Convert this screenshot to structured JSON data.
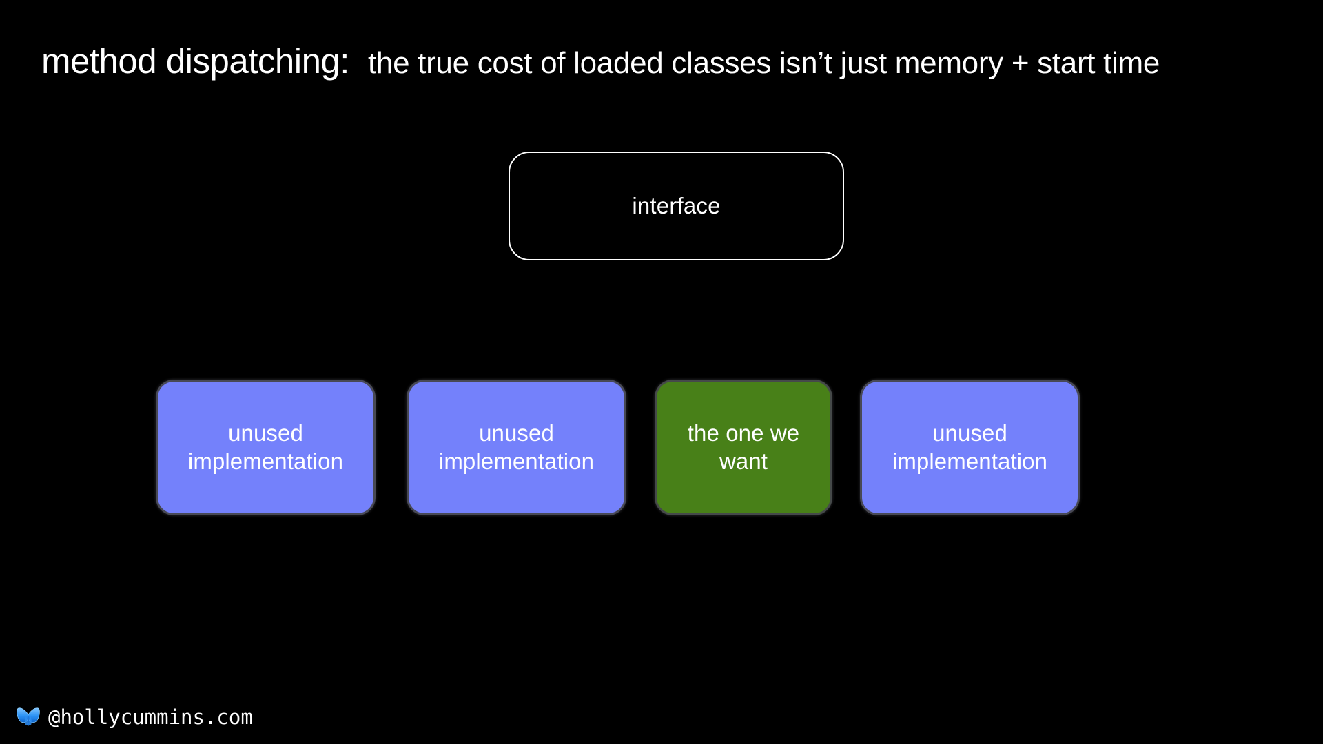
{
  "slide": {
    "background_color": "#000000",
    "title": {
      "main": "method dispatching:",
      "sub": "the true cost of loaded classes isn’t just memory + start time"
    },
    "diagram": {
      "interface_node": {
        "label": "interface",
        "fill": "transparent",
        "stroke_color": "#ffffff",
        "text_color": "#ffffff"
      },
      "implementation_nodes": [
        {
          "label": "unused implementation",
          "line1": "unused",
          "line2": "implementation",
          "fill": "#7481fb",
          "text_color": "#ffffff",
          "highlighted": false
        },
        {
          "label": "unused implementation",
          "line1": "unused",
          "line2": "implementation",
          "fill": "#7481fb",
          "text_color": "#ffffff",
          "highlighted": false
        },
        {
          "label": "the one we want",
          "line1": "the one we",
          "line2": "want",
          "fill": "#488018",
          "text_color": "#ffffff",
          "highlighted": true
        },
        {
          "label": "unused implementation",
          "line1": "unused",
          "line2": "implementation",
          "fill": "#7481fb",
          "text_color": "#ffffff",
          "highlighted": false
        }
      ]
    },
    "footer": {
      "icon": "butterfly-icon",
      "icon_color": "#1f8bfd",
      "handle": "@hollycummins.com"
    }
  }
}
